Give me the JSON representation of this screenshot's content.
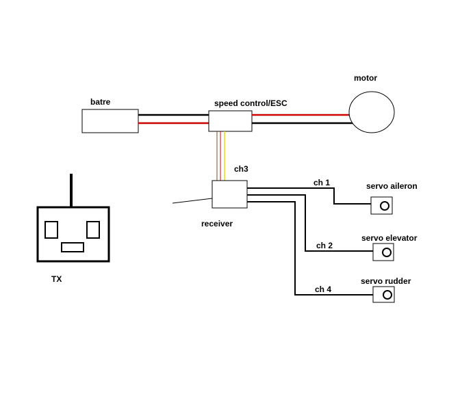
{
  "labels": {
    "battery": "batre",
    "esc": "speed control/ESC",
    "motor": "motor",
    "ch3": "ch3",
    "receiver": "receiver",
    "ch1": "ch 1",
    "ch2": "ch 2",
    "ch4": "ch 4",
    "servo_aileron": "servo aileron",
    "servo_elevator": "servo elevator",
    "servo_rudder": "servo rudder",
    "tx": "TX"
  },
  "colors": {
    "wire_black": "#000000",
    "wire_red": "#cc0000",
    "wire_yellow": "#f2d800",
    "wire_brown": "#7a4a1e"
  }
}
